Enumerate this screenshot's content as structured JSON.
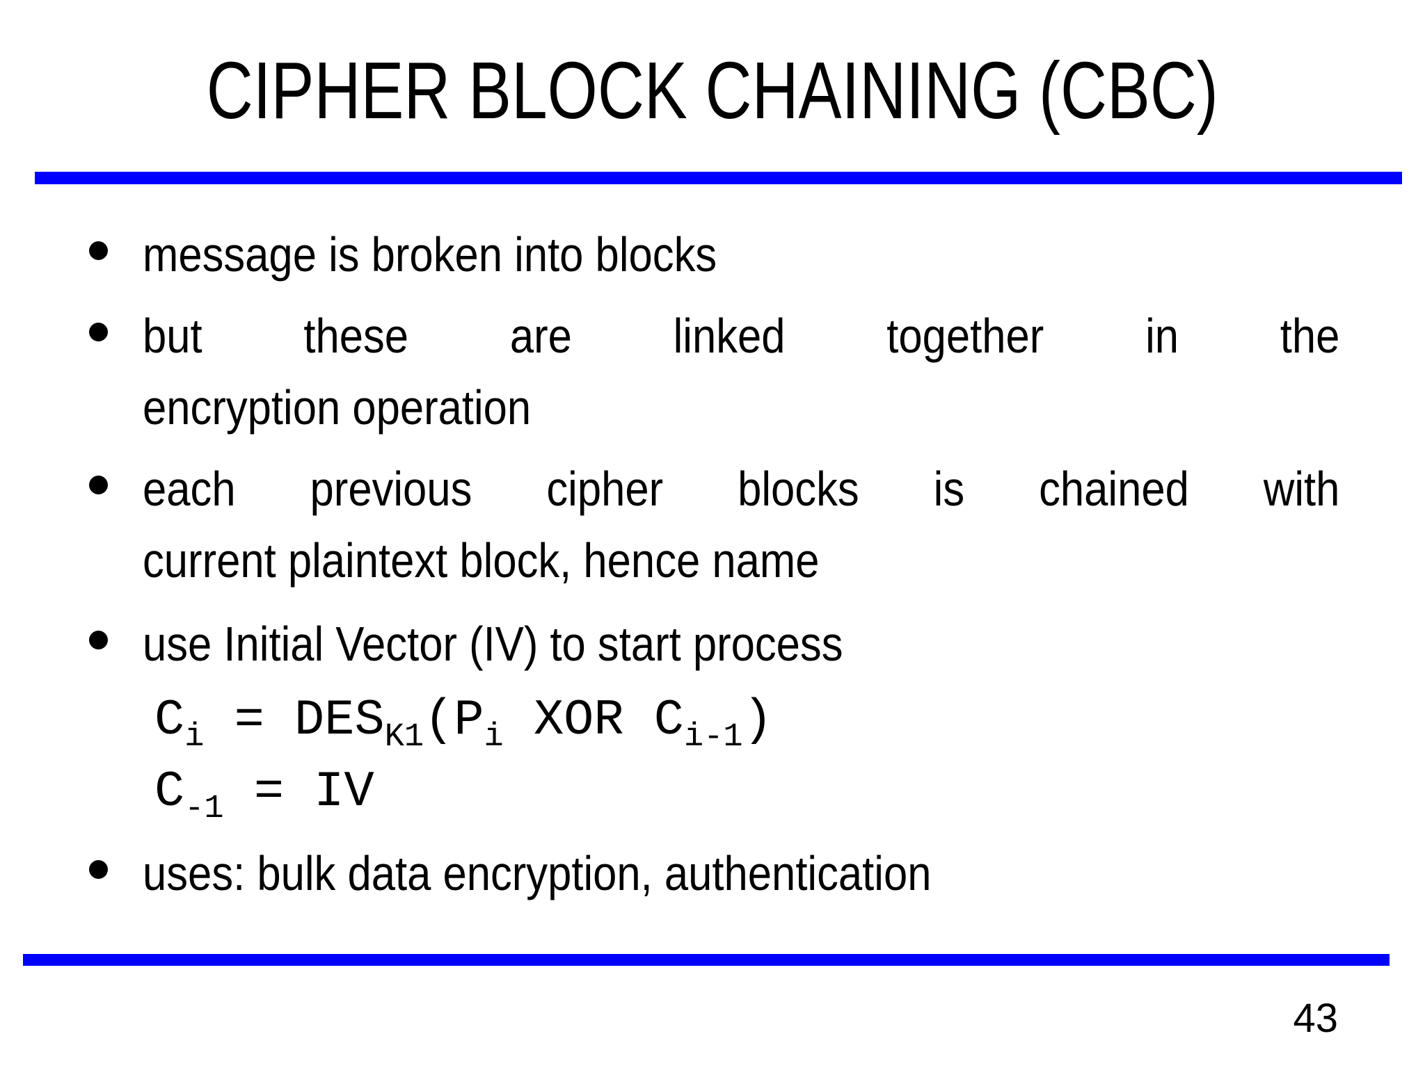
{
  "slide": {
    "title": "CIPHER BLOCK CHAINING (CBC)",
    "page_number": "43"
  },
  "colors": {
    "accent_rule": "#0000FF",
    "text": "#000000",
    "background": "#FFFFFF"
  },
  "icons": {
    "bullet": "filled-circle"
  },
  "bullets": [
    {
      "lines": [
        {
          "text": "message is broken into blocks",
          "justified": false
        }
      ]
    },
    {
      "lines": [
        {
          "text": "but these are linked together in the",
          "justified": true
        },
        {
          "text": "encryption operation",
          "justified": false
        }
      ]
    },
    {
      "lines": [
        {
          "text": "each previous cipher blocks is chained with",
          "justified": true
        },
        {
          "text": "current plaintext block, hence name",
          "justified": false
        }
      ]
    },
    {
      "lines": [
        {
          "text": "use Initial Vector (IV) to start process",
          "justified": false
        }
      ]
    },
    {
      "lines": [
        {
          "text": "uses: bulk data encryption, authentication",
          "justified": false
        }
      ]
    }
  ],
  "formulas": [
    {
      "segments": [
        "C",
        "i",
        " = DES",
        "K1",
        "(P",
        "i",
        " XOR C",
        "i-1",
        ")"
      ]
    },
    {
      "segments": [
        "C",
        "-1",
        " = IV"
      ]
    }
  ]
}
